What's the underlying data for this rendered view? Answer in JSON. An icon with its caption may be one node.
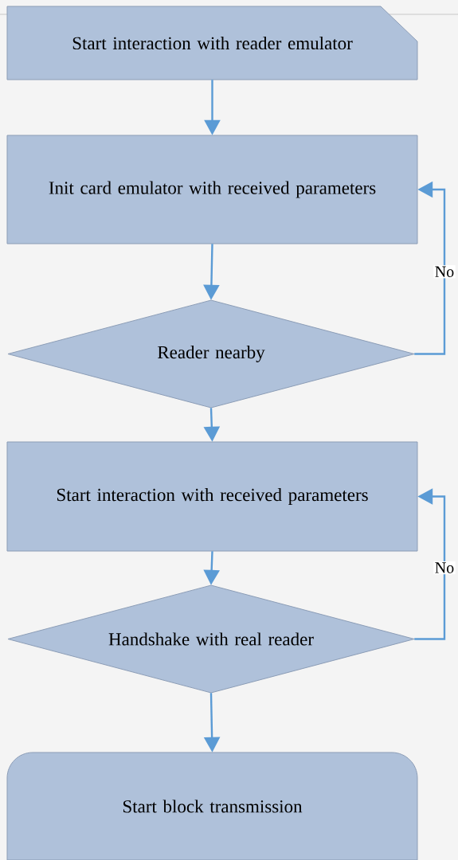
{
  "diagram": {
    "nodes": [
      {
        "text": [
          "Start interaction with reader emulator"
        ]
      },
      {
        "text": [
          "Init card emulator with received parameters"
        ]
      },
      {
        "text": [
          "Reader nearby"
        ]
      },
      {
        "text": [
          "Start interaction with received parameters"
        ]
      },
      {
        "text": [
          "Handshake with real reader"
        ]
      },
      {
        "text": [
          "Start block transmission"
        ]
      }
    ],
    "edges": [
      {
        "from": 0,
        "to": 1,
        "arrow": "to"
      },
      {
        "from": 1,
        "to": 2,
        "arrow": "to"
      },
      {
        "from": 2,
        "to": 1,
        "arrow": "to",
        "label": "No"
      },
      {
        "from": 2,
        "to": 3,
        "arrow": "to"
      },
      {
        "from": 3,
        "to": 4,
        "arrow": "to"
      },
      {
        "from": 4,
        "to": 3,
        "arrow": "to",
        "label": "No"
      },
      {
        "from": 4,
        "to": 5,
        "arrow": "to"
      }
    ]
  }
}
